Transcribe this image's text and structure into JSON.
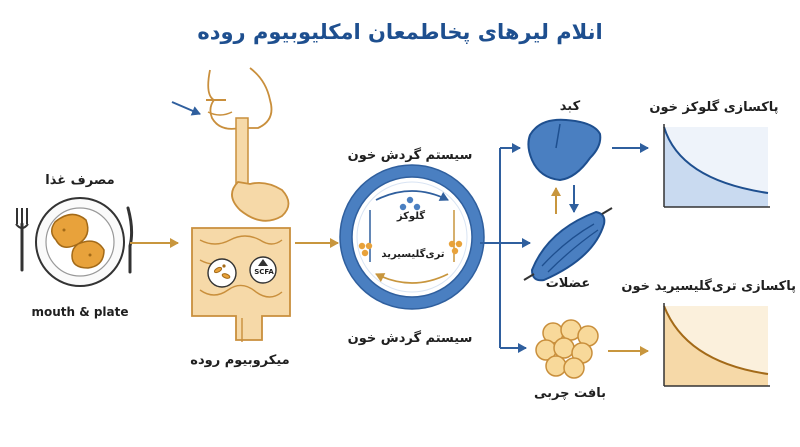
{
  "title": "انلام لیرهای پخاطمعان امکلیوبیوم روده",
  "labels": {
    "food_intake": "مصرف غذا",
    "mouth_plate": "mouth & plate",
    "gut_microbiome": "میکروبیوم روده",
    "blood_circulation_top": "سیستم گردش خون",
    "blood_circulation_bottom": "سیستم گردش خون",
    "glucose": "گلوکز",
    "triglyceride": "تری‌گلیسیرید",
    "scfa": "SCFA",
    "liver": "کبد",
    "muscle": "عضلات",
    "adipose": "بافت چربی",
    "glucose_clearance": "پاکسازی گلوکز خون",
    "triglyceride_clearance": "پاکسازی تری‌گلیسیرید خون"
  },
  "colors": {
    "title": "#1e4f8f",
    "organ_fill": "#f6d9a8",
    "organ_stroke": "#c98f3c",
    "blood_blue": "#4a7fc1",
    "arrow_gold": "#c8963e",
    "arrow_blue": "#2f5f9e",
    "curve_bg": "#eef3fa",
    "curve_bg2": "#fbf0dc"
  }
}
